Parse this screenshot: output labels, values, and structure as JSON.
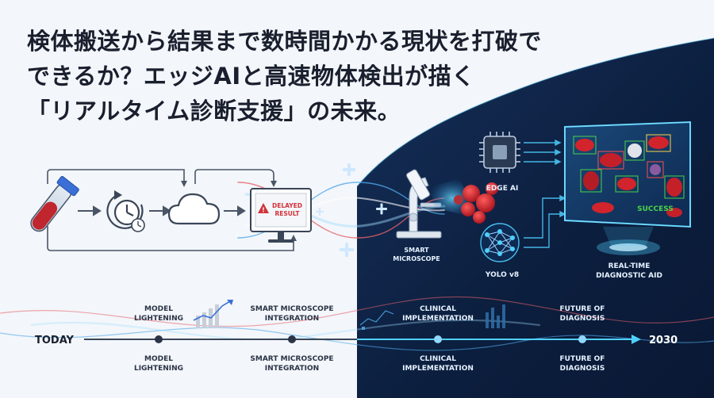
{
  "headline": {
    "line1": "検体搬送から結果まで数時間かかる現状を打破で",
    "line2": "できるか？エッジAIと高速物体検出が描く",
    "line3": "「リアルタイム診断支援」の未来。"
  },
  "current_workflow": {
    "delayed_result_line1": "DELAYED",
    "delayed_result_line2": "RESULT"
  },
  "future_workflow": {
    "smart_microscope_line1": "SMART",
    "smart_microscope_line2": "MICROSCOPE",
    "edge_ai": "EDGE AI",
    "yolo": "YOLO v8",
    "success": "SUCCESS",
    "realtime_line1": "REAL-TIME",
    "realtime_line2": "DIAGNOSTIC AID"
  },
  "timeline": {
    "start": "TODAY",
    "end": "2030",
    "milestones": [
      {
        "line1": "MODEL",
        "line2": "LIGHTENING"
      },
      {
        "line1": "SMART MICROSCOPE",
        "line2": "INTEGRATION"
      },
      {
        "line1": "CLINICAL",
        "line2": "IMPLEMENTATION"
      },
      {
        "line1": "FUTURE OF",
        "line2": "DIAGNOSIS"
      }
    ]
  },
  "colors": {
    "dark_navy": "#0c1f3f",
    "glow_cyan": "#4fd0ff",
    "blood_red": "#c0262e",
    "warning_red": "#d2333a",
    "success_green": "#4bd24b",
    "ink": "#1a1f2e"
  }
}
